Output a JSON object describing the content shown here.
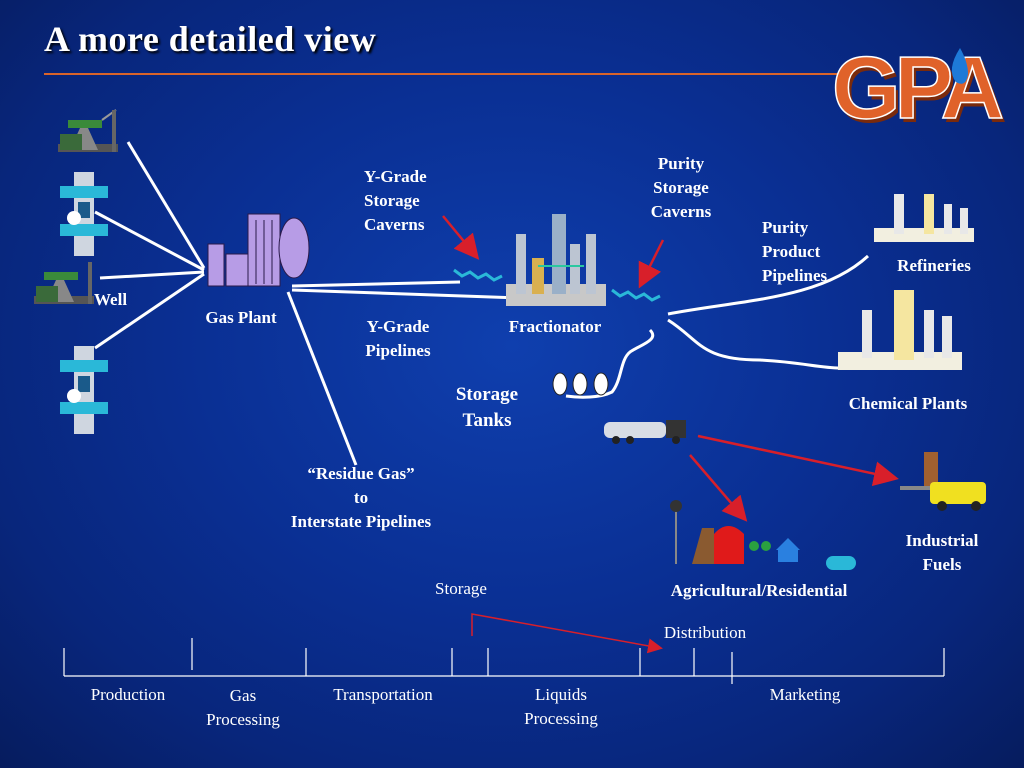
{
  "title": "A more detailed view",
  "logo_text": "GPA",
  "colors": {
    "background": "#0a2f93",
    "title_rule": "#d9642a",
    "logo": "#e0622a",
    "arrows": "#d81f2a",
    "pipelines": "#ffffff"
  },
  "labels": {
    "well": "Well",
    "gas_plant": "Gas Plant",
    "ygrade_caverns": [
      "Y-Grade",
      "Storage",
      "Caverns"
    ],
    "ygrade_pipelines": [
      "Y-Grade",
      "Pipelines"
    ],
    "fractionator": "Fractionator",
    "purity_caverns": [
      "Purity",
      "Storage",
      "Caverns"
    ],
    "purity_pipelines": [
      "Purity",
      "Product",
      "Pipelines"
    ],
    "refineries": "Refineries",
    "chemical_plants": "Chemical Plants",
    "storage_tanks": [
      "Storage",
      "Tanks"
    ],
    "residue_gas": [
      "“Residue Gas”",
      "to",
      "Interstate Pipelines"
    ],
    "industrial_fuels": [
      "Industrial",
      "Fuels"
    ],
    "agri_res": "Agricultural/Residential"
  },
  "timeline": {
    "storage": "Storage",
    "distribution": "Distribution",
    "stages": {
      "production": "Production",
      "gas_processing": [
        "Gas",
        "Processing"
      ],
      "transportation": "Transportation",
      "liquids_processing": [
        "Liquids",
        "Processing"
      ],
      "marketing": "Marketing"
    }
  },
  "icons": [
    "pumpjack-icon",
    "wellhead-icon",
    "gas-plant-icon",
    "fractionator-icon",
    "refinery-icon",
    "chemical-plant-icon",
    "storage-tank-icon",
    "tanker-truck-icon",
    "forklift-icon",
    "farm-icon",
    "house-icon",
    "propane-tank-icon",
    "cavern-icon"
  ]
}
